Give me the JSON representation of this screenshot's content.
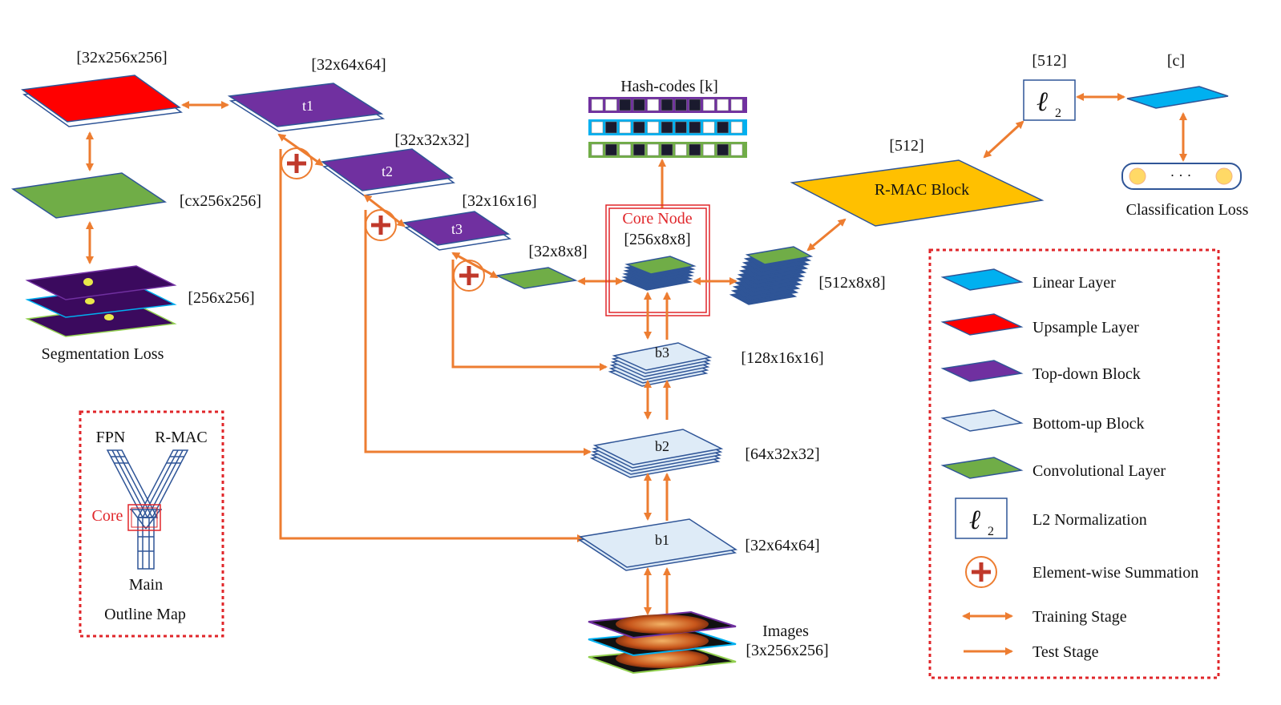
{
  "colors": {
    "arrow": "#ed7d31",
    "linear": "#00b0f0",
    "upsample": "#ff0000",
    "topdown": "#7030a0",
    "bottomup": "#deebf7",
    "conv": "#70ad47",
    "rmac": "#ffc000",
    "edge": "#2f5597",
    "dashed_box": "#e0262a",
    "seg_map": "#3b0a5e"
  },
  "labels": {
    "seg_up_dim": "[32x256x256]",
    "seg_conv_dim": "[cx256x256]",
    "seg_map_dim": "[256x256]",
    "seg_loss": "Segmentation Loss",
    "t1_dim": "[32x64x64]",
    "t1": "t1",
    "t2_dim": "[32x32x32]",
    "t2": "t2",
    "t3_dim": "[32x16x16]",
    "t3": "t3",
    "conv8_dim": "[32x8x8]",
    "hash_title": "Hash-codes [k]",
    "core_title": "Core Node",
    "core_dim": "[256x8x8]",
    "stack512_dim": "[512x8x8]",
    "b3": "b3",
    "b3_dim": "[128x16x16]",
    "b2": "b2",
    "b2_dim": "[64x32x32]",
    "b1": "b1",
    "b1_dim": "[32x64x64]",
    "images": "Images",
    "images_dim": "[3x256x256]",
    "rmac_dim": "[512]",
    "rmac": "R-MAC Block",
    "l2_dim": "[512]",
    "l2_symbol": "ℓ",
    "l2_sub": "2",
    "linear_dim": "[c]",
    "class_loss": "Classification Loss",
    "class_dots": "· · ·"
  },
  "outline_map": {
    "fpn": "FPN",
    "rmac": "R-MAC",
    "core": "Core",
    "main": "Main",
    "title": "Outline Map"
  },
  "legend": {
    "items": [
      {
        "label": "Linear Layer",
        "icon": "linear-layer-icon"
      },
      {
        "label": "Upsample Layer",
        "icon": "upsample-layer-icon"
      },
      {
        "label": "Top-down Block",
        "icon": "topdown-block-icon"
      },
      {
        "label": "Bottom-up Block",
        "icon": "bottomup-block-icon"
      },
      {
        "label": "Convolutional Layer",
        "icon": "conv-layer-icon"
      },
      {
        "label": "L2 Normalization",
        "icon": "l2-norm-icon"
      },
      {
        "label": "Element-wise Summation",
        "icon": "sum-icon"
      },
      {
        "label": "Training Stage",
        "icon": "double-arrow-icon"
      },
      {
        "label": "Test Stage",
        "icon": "single-arrow-icon"
      }
    ],
    "l2_symbol": "ℓ",
    "l2_sub": "2"
  }
}
